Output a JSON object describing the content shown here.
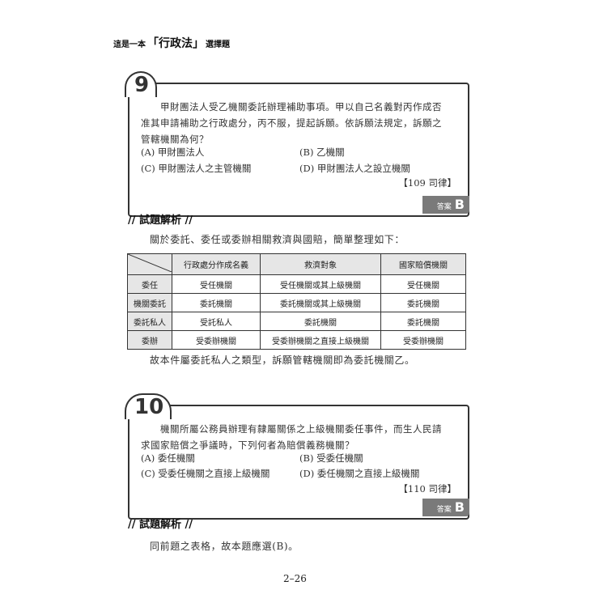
{
  "header": {
    "pre": "這是一本",
    "big": "「行政法」",
    "post": "選擇題"
  },
  "q9": {
    "number": "9",
    "line1": "　　甲財團法人受乙機關委託辦理補助事項。甲以自己名義對丙作成否",
    "line2": "准其申請補助之行政處分，丙不服，提起訴願。依訴願法規定，訴願之",
    "line3": "管轄機關為何？",
    "opt_a": "(A) 甲財團法人",
    "opt_b": "(B) 乙機關",
    "opt_c": "(C) 甲財團法人之主管機關",
    "opt_d": "(D) 甲財團法人之設立機關",
    "source": "【109 司律】",
    "answer_label": "答案",
    "answer": "B"
  },
  "analysis1": {
    "title": "// 試題解析 //",
    "intro": "關於委託、委任或委辦相關救濟與國賠，簡單整理如下：",
    "table": {
      "headers": [
        "行政處分作成名義",
        "救濟對象",
        "國家賠償機關"
      ],
      "rows": [
        {
          "label": "委任",
          "cells": [
            "受任機關",
            "受任機關或其上級機關",
            "受任機關"
          ]
        },
        {
          "label": "機關委託",
          "cells": [
            "委託機關",
            "委託機關或其上級機關",
            "委託機關"
          ]
        },
        {
          "label": "委託私人",
          "cells": [
            "受託私人",
            "委託機關",
            "委託機關"
          ]
        },
        {
          "label": "委辦",
          "cells": [
            "受委辦機關",
            "受委辦機關之直接上級機關",
            "受委辦機關"
          ]
        }
      ]
    },
    "conclusion": "故本件屬委託私人之類型，訴願管轄機關即為委託機關乙。"
  },
  "q10": {
    "number": "10",
    "line1": "　　機關所屬公務員辦理有隸屬關係之上級機關委任事件，而生人民請",
    "line2": "求國家賠償之爭議時，下列何者為賠償義務機關？",
    "opt_a": "(A) 委任機關",
    "opt_b": "(B) 受委任機關",
    "opt_c": "(C) 受委任機關之直接上級機關",
    "opt_d": "(D) 委任機關之直接上級機關",
    "source": "【110 司律】",
    "answer_label": "答案",
    "answer": "B"
  },
  "analysis2": {
    "title": "// 試題解析 //",
    "text": "同前題之表格，故本題應選(B)。"
  },
  "page_number": "2–26"
}
